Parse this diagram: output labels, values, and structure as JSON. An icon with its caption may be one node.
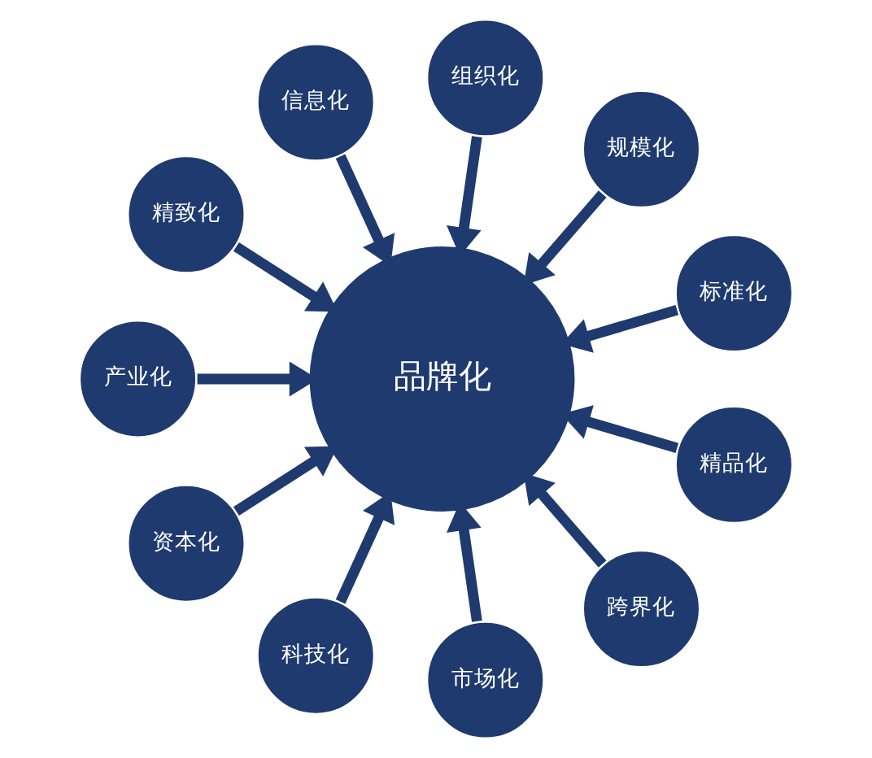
{
  "diagram": {
    "nodes": [
      {
        "text": [
          "品牌化"
        ]
      },
      {
        "text": [
          "标准化"
        ]
      },
      {
        "text": [
          "规模化"
        ]
      },
      {
        "text": [
          "组织化"
        ]
      },
      {
        "text": [
          "信息化"
        ]
      },
      {
        "text": [
          "精致化"
        ]
      },
      {
        "text": [
          "产业化"
        ]
      },
      {
        "text": [
          "资本化"
        ]
      },
      {
        "text": [
          "科技化"
        ]
      },
      {
        "text": [
          "市场化"
        ]
      },
      {
        "text": [
          "跨界化"
        ]
      },
      {
        "text": [
          "精品化"
        ]
      }
    ],
    "edges": [
      {
        "from": 1,
        "to": 0,
        "arrow": "to"
      },
      {
        "from": 2,
        "to": 0,
        "arrow": "to"
      },
      {
        "from": 3,
        "to": 0,
        "arrow": "to"
      },
      {
        "from": 4,
        "to": 0,
        "arrow": "to"
      },
      {
        "from": 5,
        "to": 0,
        "arrow": "to"
      },
      {
        "from": 6,
        "to": 0,
        "arrow": "to"
      },
      {
        "from": 7,
        "to": 0,
        "arrow": "to"
      },
      {
        "from": 8,
        "to": 0,
        "arrow": "to"
      },
      {
        "from": 9,
        "to": 0,
        "arrow": "to"
      },
      {
        "from": 10,
        "to": 0,
        "arrow": "to"
      },
      {
        "from": 11,
        "to": 0,
        "arrow": "to"
      }
    ]
  }
}
